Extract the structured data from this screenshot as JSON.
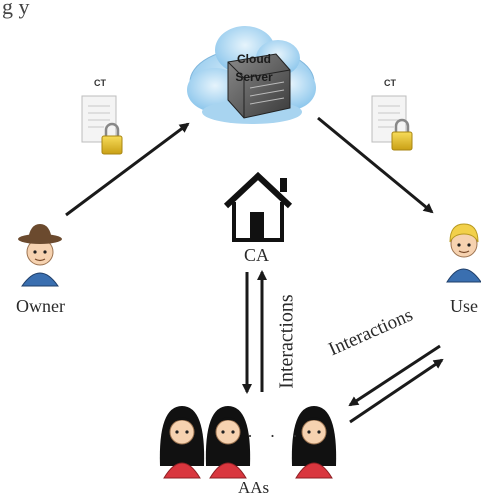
{
  "fragment_text": "g   y",
  "cloud": {
    "line1": "Cloud",
    "line2": "Server"
  },
  "ciphertext_label": "CT",
  "labels": {
    "owner": "Owner",
    "user": "Use",
    "ca": "CA",
    "aas": "AAs",
    "interactions_vertical": "Interactions",
    "interactions_diagonal": "Interactions",
    "ellipsis": "· · ·"
  },
  "colors": {
    "cloud": "#a8d4f0",
    "arrow": "#1a1a1a",
    "lock": "#e6c229",
    "owner_hat": "#6b4a2e",
    "user_hair": "#f2d04a",
    "aa_hair": "#111111",
    "aa_body": "#d9363e",
    "person_body": "#3a6fb0"
  }
}
